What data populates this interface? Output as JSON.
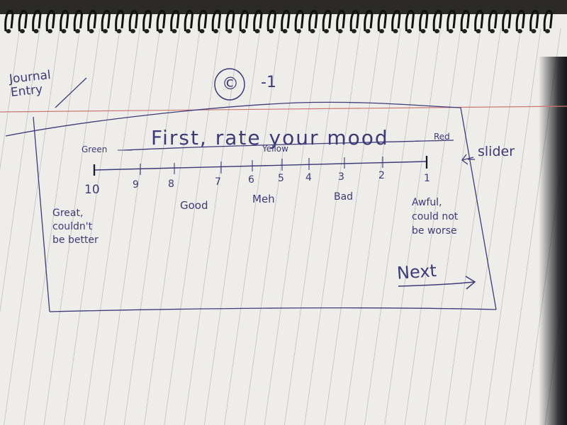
{
  "header": {
    "journal_entry": "Journal\nEntry",
    "copyright_mark": "©",
    "page_number": "-1"
  },
  "mood_rating": {
    "title": "First, rate your mood",
    "color_labels": {
      "green": "Green",
      "yellow": "Yellow",
      "red": "Red"
    },
    "slider_annotation": "slider",
    "scale_numbers": [
      "10",
      "9",
      "8",
      "7",
      "6",
      "5",
      "4",
      "3",
      "2",
      "1"
    ],
    "descriptors": {
      "great": "Great,\ncouldn't\nbe better",
      "good": "Good",
      "meh": "Meh",
      "bad": "Bad",
      "awful": "Awful,\ncould not\nbe worse"
    }
  },
  "navigation": {
    "next_label": "Next"
  },
  "colors": {
    "ink": "#3d3a7a",
    "paper": "#efedea",
    "margin_line": "#c9786e"
  }
}
